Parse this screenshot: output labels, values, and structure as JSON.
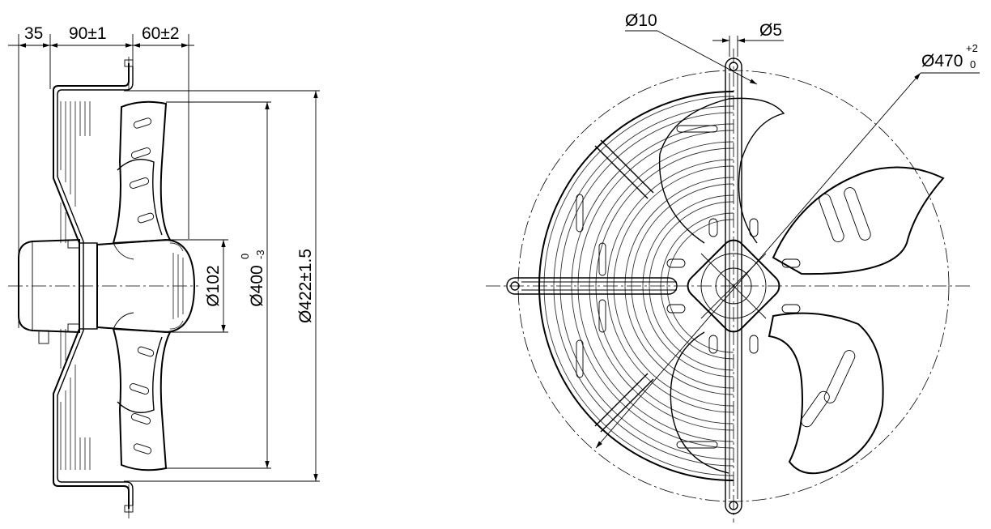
{
  "side_view": {
    "dim_motor_depth": "35",
    "dim_guard_depth": "90±1",
    "dim_blade_depth": "60±2",
    "dim_hub_diameter": "Ø102",
    "dim_fan_diameter_main": "Ø400",
    "dim_fan_diameter_tol_upper": "0",
    "dim_fan_diameter_tol_lower": "-3",
    "dim_guard_diameter": "Ø422±1.5"
  },
  "front_view": {
    "dim_hole_diameter": "Ø10",
    "dim_wire_diameter": "Ø5",
    "dim_bolt_circle_main": "Ø470",
    "dim_bolt_circle_tol_upper": "+2",
    "dim_bolt_circle_tol_lower": "0"
  }
}
